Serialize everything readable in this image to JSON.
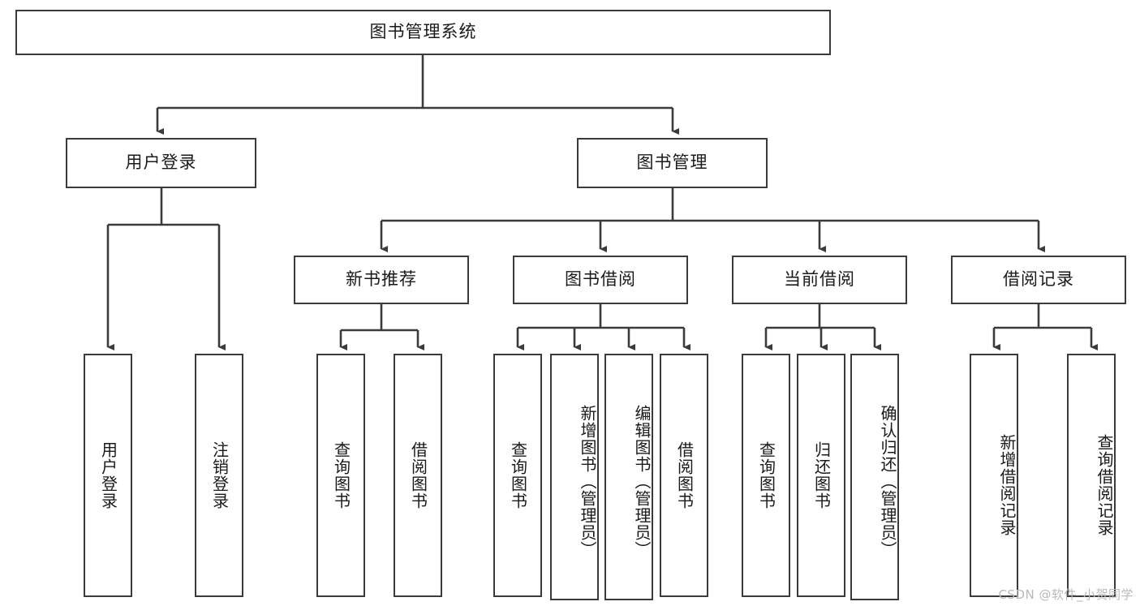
{
  "diagram": {
    "type": "tree",
    "title": "图书管理系统",
    "orientation": "top-down",
    "watermark": "CSDN @软件_小贺同学",
    "colors": {
      "box_border": "#3b3b3b",
      "box_fill": "#ffffff",
      "connector": "#3b3b3b",
      "text": "#1a1a1a",
      "watermark": "#b9b9b9"
    },
    "root": {
      "label": "图书管理系统"
    },
    "level2": [
      {
        "id": "user-login",
        "label": "用户登录"
      },
      {
        "id": "book-manage",
        "label": "图书管理"
      }
    ],
    "level3": [
      {
        "id": "new-book-recommend",
        "label": "新书推荐",
        "parent": "book-manage"
      },
      {
        "id": "book-borrow",
        "label": "图书借阅",
        "parent": "book-manage"
      },
      {
        "id": "current-borrow",
        "label": "当前借阅",
        "parent": "book-manage"
      },
      {
        "id": "borrow-record",
        "label": "借阅记录",
        "parent": "book-manage"
      }
    ],
    "leaves": {
      "user-login": [
        {
          "id": "leaf-user-login",
          "label": "用户登录"
        },
        {
          "id": "leaf-user-logout",
          "label": "注销登录"
        }
      ],
      "new-book-recommend": [
        {
          "id": "leaf-query-book-1",
          "label": "查询图书"
        },
        {
          "id": "leaf-borrow-book-1",
          "label": "借阅图书"
        }
      ],
      "book-borrow": [
        {
          "id": "leaf-query-book-2",
          "label": "查询图书"
        },
        {
          "id": "leaf-add-book",
          "label": "新增图书（管理员）"
        },
        {
          "id": "leaf-edit-book",
          "label": "编辑图书（管理员）"
        },
        {
          "id": "leaf-borrow-book-2",
          "label": "借阅图书"
        }
      ],
      "current-borrow": [
        {
          "id": "leaf-query-book-3",
          "label": "查询图书"
        },
        {
          "id": "leaf-return-book",
          "label": "归还图书"
        },
        {
          "id": "leaf-confirm-return",
          "label": "确认归还（管理员）"
        }
      ],
      "borrow-record": [
        {
          "id": "leaf-add-record",
          "label": "新增借阅记录"
        },
        {
          "id": "leaf-query-record",
          "label": "查询借阅记录"
        }
      ]
    }
  }
}
